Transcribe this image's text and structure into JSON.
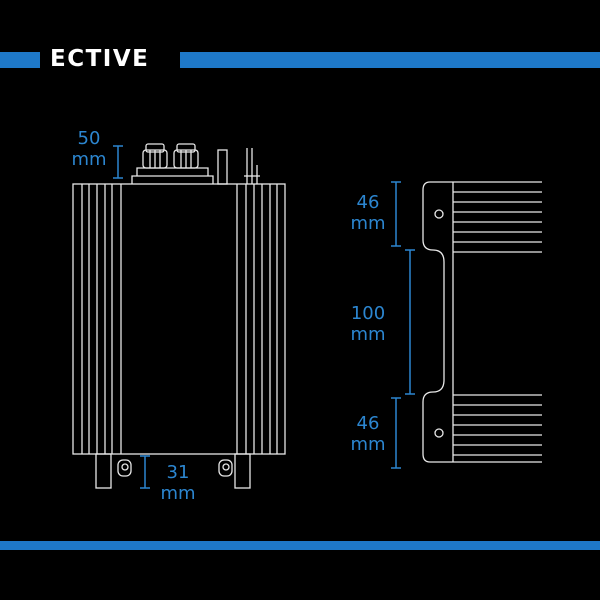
{
  "brand": {
    "logo_text": "ECTIVE"
  },
  "colors": {
    "accent": "#1e78c8",
    "dimension_text": "#2c86d0",
    "line_art": "#e8e8e8",
    "background": "#000000"
  },
  "front_view": {
    "top_clearance": {
      "value": "50",
      "unit": "mm"
    },
    "bottom_clearance": {
      "value": "31",
      "unit": "mm"
    }
  },
  "side_view": {
    "upper_mount": {
      "value": "46",
      "unit": "mm"
    },
    "center_span": {
      "value": "100",
      "unit": "mm"
    },
    "lower_mount": {
      "value": "46",
      "unit": "mm"
    }
  }
}
